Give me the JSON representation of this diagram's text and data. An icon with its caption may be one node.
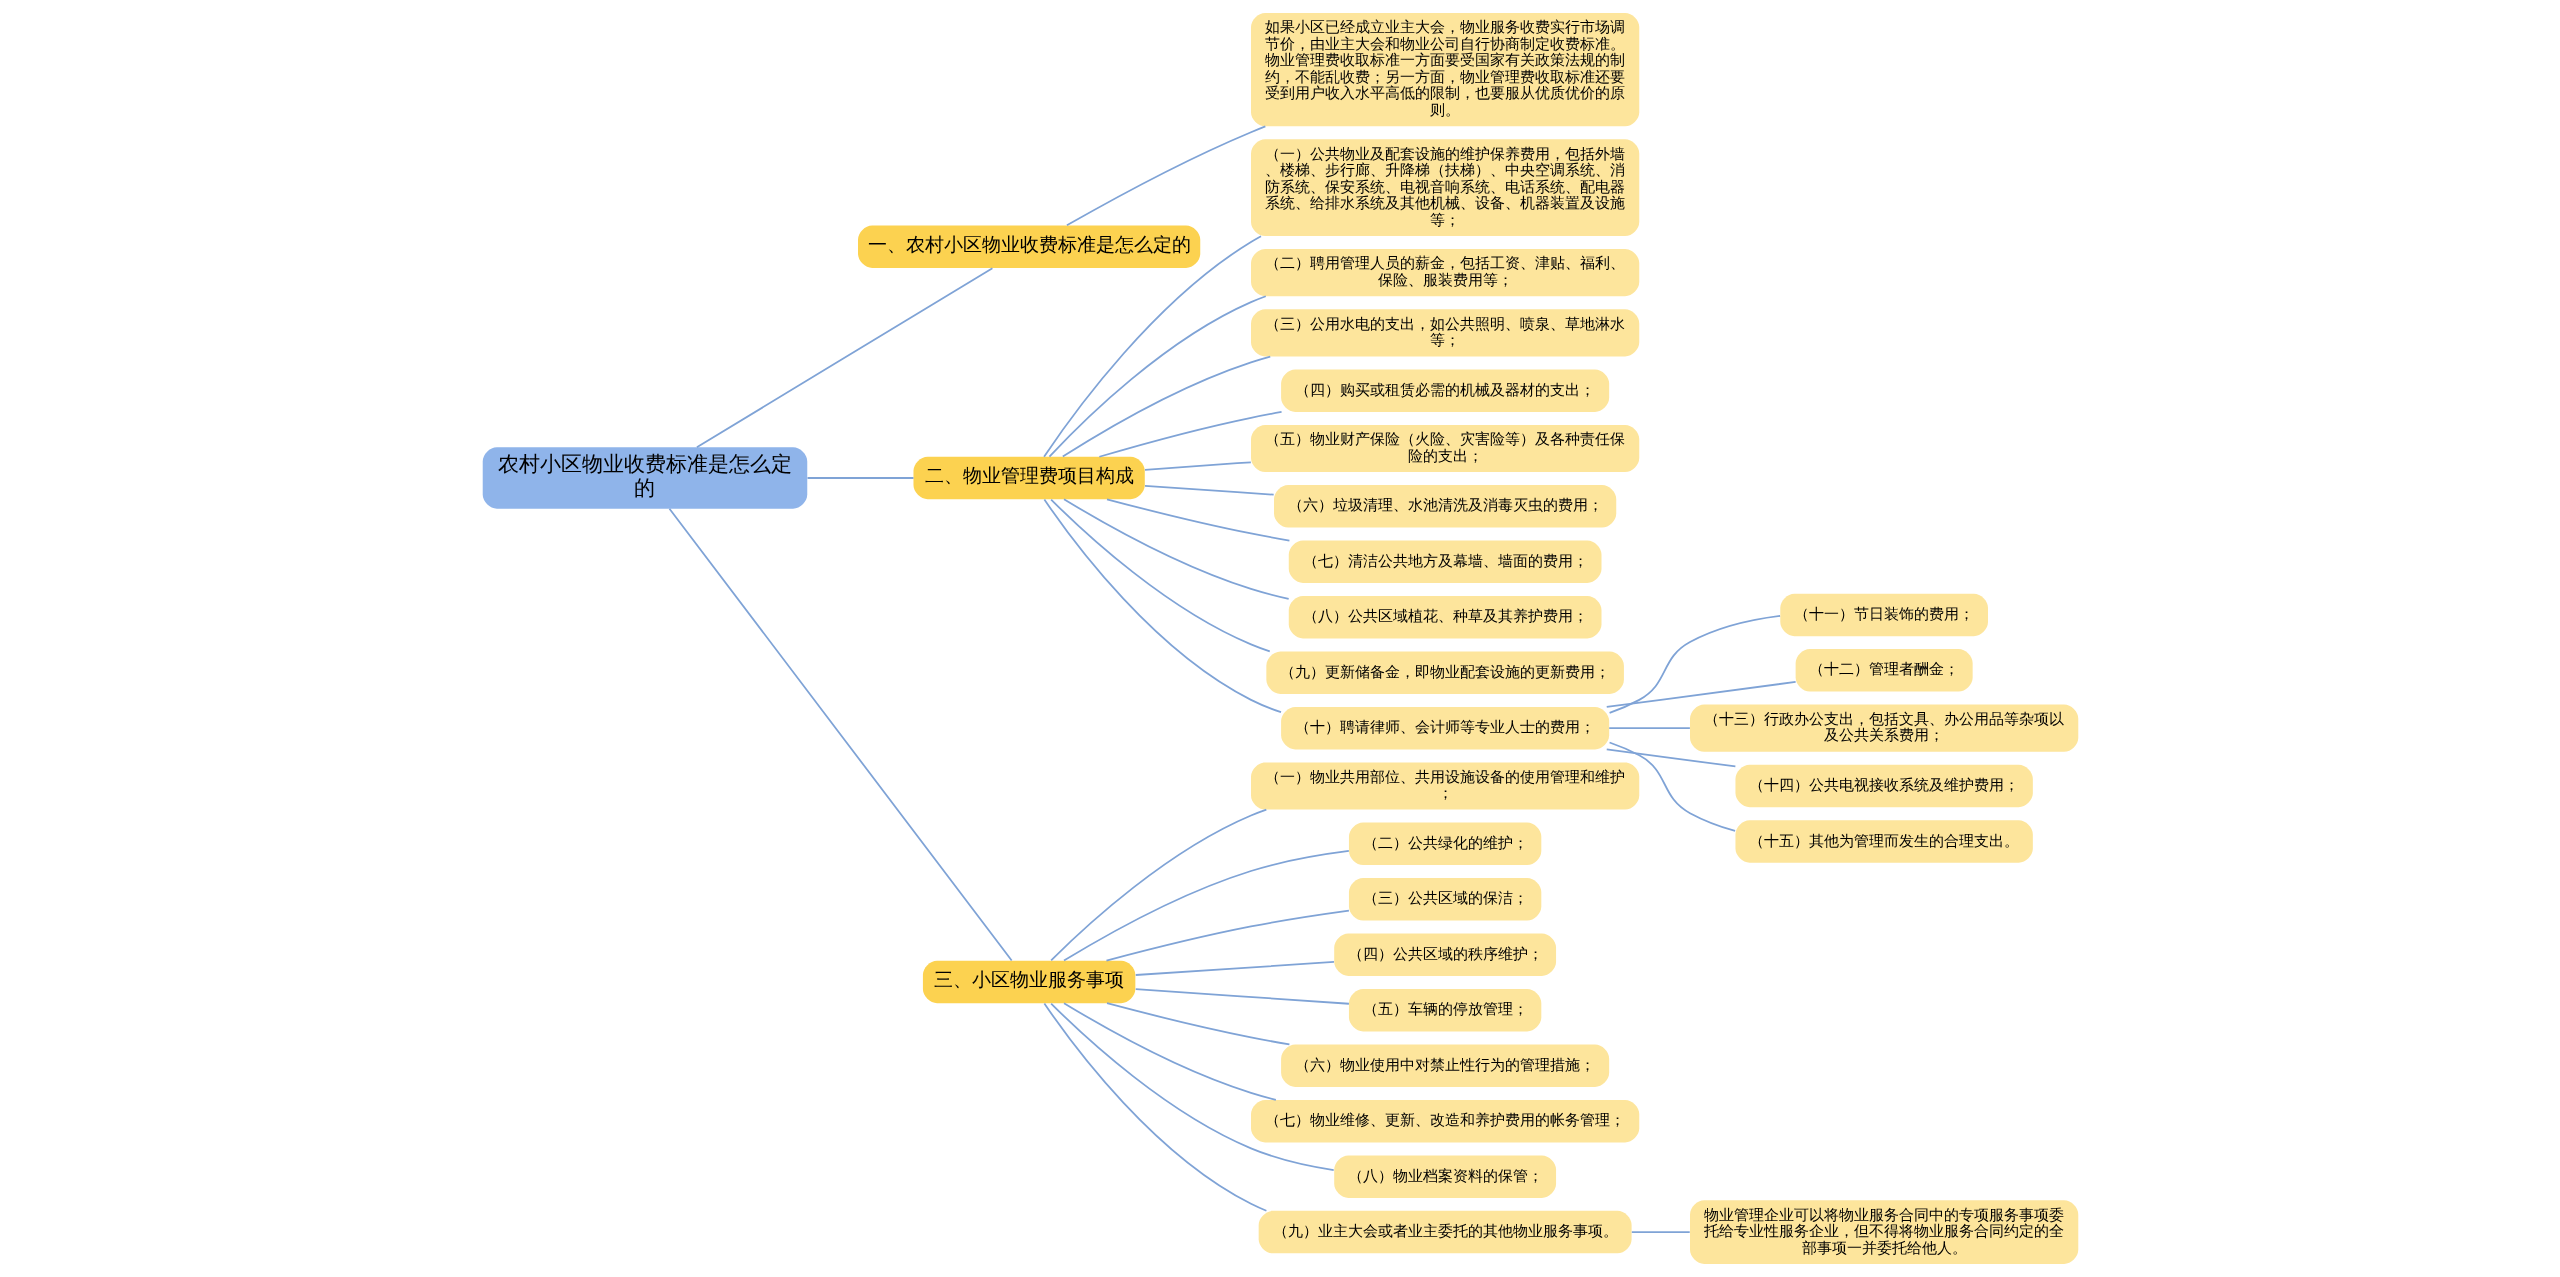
{
  "diagram": {
    "nodes": [
      {
        "text": [
          "农村小区物业收费标准是怎么定的"
        ]
      },
      {
        "text": [
          "一、农村小区物业收费标准是怎么定的"
        ]
      },
      {
        "text": [
          "如果小区已经成立业主大会，物业服务收费实行市场调节价，由业主大会和物业公司自行协商制定收费标准。物业管理费收取标准一方面要受国家有关政策法规的制约，不能乱收费；另一方面，物业管理费收取标准还要受到用户收入水平高低的限制，也要服从优质优价的原则。"
        ]
      },
      {
        "text": [
          "二、物业管理费项目构成"
        ]
      },
      {
        "text": [
          "（一）公共物业及配套设施的维护保养费用，包括外墙、楼梯、步行廊、升降梯（扶梯）、中央空调系统、消防系统、保安系统、电视音响系统、电话系统、配电器系统、给排水系统及其他机械、设备、机器装置及设施等；"
        ]
      },
      {
        "text": [
          "（二）聘用管理人员的薪金，包括工资、津贴、福利、保险、服装费用等；"
        ]
      },
      {
        "text": [
          "（三）公用水电的支出，如公共照明、喷泉、草地淋水等；"
        ]
      },
      {
        "text": [
          "（四）购买或租赁必需的机械及器材的支出；"
        ]
      },
      {
        "text": [
          "（五）物业财产保险（火险、灾害险等）及各种责任保险的支出；"
        ]
      },
      {
        "text": [
          "（六）垃圾清理、水池清洗及消毒灭虫的费用；"
        ]
      },
      {
        "text": [
          "（七）清洁公共地方及幕墙、墙面的费用；"
        ]
      },
      {
        "text": [
          "（八）公共区域植花、种草及其养护费用；"
        ]
      },
      {
        "text": [
          "（九）更新储备金，即物业配套设施的更新费用；"
        ]
      },
      {
        "text": [
          "（十）聘请律师、会计师等专业人士的费用；"
        ]
      },
      {
        "text": [
          "（十一）节日装饰的费用；"
        ]
      },
      {
        "text": [
          "（十二）管理者酬金；"
        ]
      },
      {
        "text": [
          "（十三）行政办公支出，包括文具、办公用品等杂项以及公共关系费用；"
        ]
      },
      {
        "text": [
          "（十四）公共电视接收系统及维护费用；"
        ]
      },
      {
        "text": [
          "（十五）其他为管理而发生的合理支出。"
        ]
      },
      {
        "text": [
          "三、小区物业服务事项"
        ]
      },
      {
        "text": [
          "（一）物业共用部位、共用设施设备的使用管理和维护；"
        ]
      },
      {
        "text": [
          "（二）公共绿化的维护；"
        ]
      },
      {
        "text": [
          "（三）公共区域的保洁；"
        ]
      },
      {
        "text": [
          "（四）公共区域的秩序维护；"
        ]
      },
      {
        "text": [
          "（五）车辆的停放管理；"
        ]
      },
      {
        "text": [
          "（六）物业使用中对禁止性行为的管理措施；"
        ]
      },
      {
        "text": [
          "（七）物业维修、更新、改造和养护费用的帐务管理；"
        ]
      },
      {
        "text": [
          "（八）物业档案资料的保管；"
        ]
      },
      {
        "text": [
          "（九）业主大会或者业主委托的其他物业服务事项。"
        ]
      },
      {
        "text": [
          "物业管理企业可以将物业服务合同中的专项服务事项委托给专业性服务企业，但不得将物业服务合同约定的全部事项一并委托给他人。"
        ]
      }
    ],
    "edges": [
      {
        "from": 0,
        "to": 1,
        "arrow": "none"
      },
      {
        "from": 1,
        "to": 2,
        "arrow": "none"
      },
      {
        "from": 0,
        "to": 3,
        "arrow": "none"
      },
      {
        "from": 3,
        "to": 4,
        "arrow": "none"
      },
      {
        "from": 3,
        "to": 5,
        "arrow": "none"
      },
      {
        "from": 3,
        "to": 6,
        "arrow": "none"
      },
      {
        "from": 3,
        "to": 7,
        "arrow": "none"
      },
      {
        "from": 3,
        "to": 8,
        "arrow": "none"
      },
      {
        "from": 3,
        "to": 9,
        "arrow": "none"
      },
      {
        "from": 3,
        "to": 10,
        "arrow": "none"
      },
      {
        "from": 3,
        "to": 11,
        "arrow": "none"
      },
      {
        "from": 3,
        "to": 12,
        "arrow": "none"
      },
      {
        "from": 3,
        "to": 13,
        "arrow": "none"
      },
      {
        "from": 13,
        "to": 14,
        "arrow": "none"
      },
      {
        "from": 13,
        "to": 15,
        "arrow": "none"
      },
      {
        "from": 13,
        "to": 16,
        "arrow": "none"
      },
      {
        "from": 13,
        "to": 17,
        "arrow": "none"
      },
      {
        "from": 13,
        "to": 18,
        "arrow": "none"
      },
      {
        "from": 0,
        "to": 19,
        "arrow": "none"
      },
      {
        "from": 19,
        "to": 20,
        "arrow": "none"
      },
      {
        "from": 19,
        "to": 21,
        "arrow": "none"
      },
      {
        "from": 19,
        "to": 22,
        "arrow": "none"
      },
      {
        "from": 19,
        "to": 23,
        "arrow": "none"
      },
      {
        "from": 19,
        "to": 24,
        "arrow": "none"
      },
      {
        "from": 19,
        "to": 25,
        "arrow": "none"
      },
      {
        "from": 19,
        "to": 26,
        "arrow": "none"
      },
      {
        "from": 19,
        "to": 27,
        "arrow": "none"
      },
      {
        "from": 19,
        "to": 28,
        "arrow": "none"
      },
      {
        "from": 28,
        "to": 29,
        "arrow": "none"
      }
    ]
  }
}
